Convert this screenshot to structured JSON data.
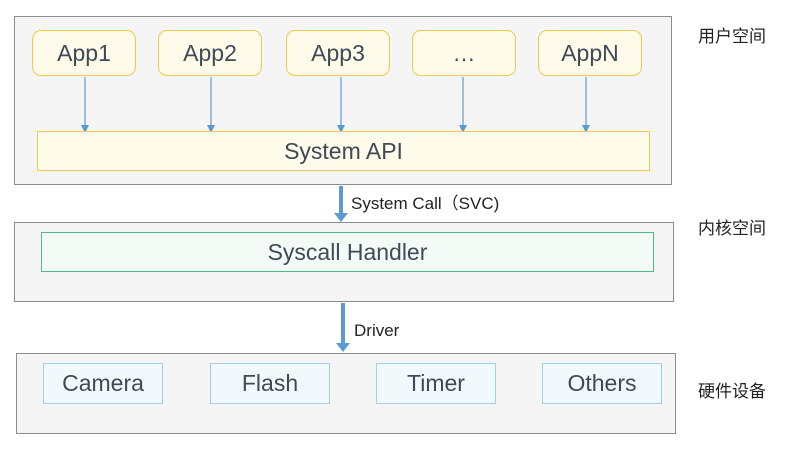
{
  "user_space": {
    "label": "用户空间",
    "apps": [
      "App1",
      "App2",
      "App3",
      "…",
      "AppN"
    ],
    "system_api": "System API"
  },
  "system_call_label": "System Call（SVC)",
  "kernel_space": {
    "label": "内核空间",
    "handler": "Syscall Handler"
  },
  "driver_label": "Driver",
  "hardware": {
    "label": "硬件设备",
    "devices": [
      "Camera",
      "Flash",
      "Timer",
      "Others"
    ]
  },
  "colors": {
    "layer_bg": "#f5f5f5",
    "app_border": "#f2c94c",
    "app_fill": "#fffbea",
    "handler_border": "#55b88a",
    "device_border": "#9fd3ea",
    "arrow": "#5b9bd5"
  }
}
